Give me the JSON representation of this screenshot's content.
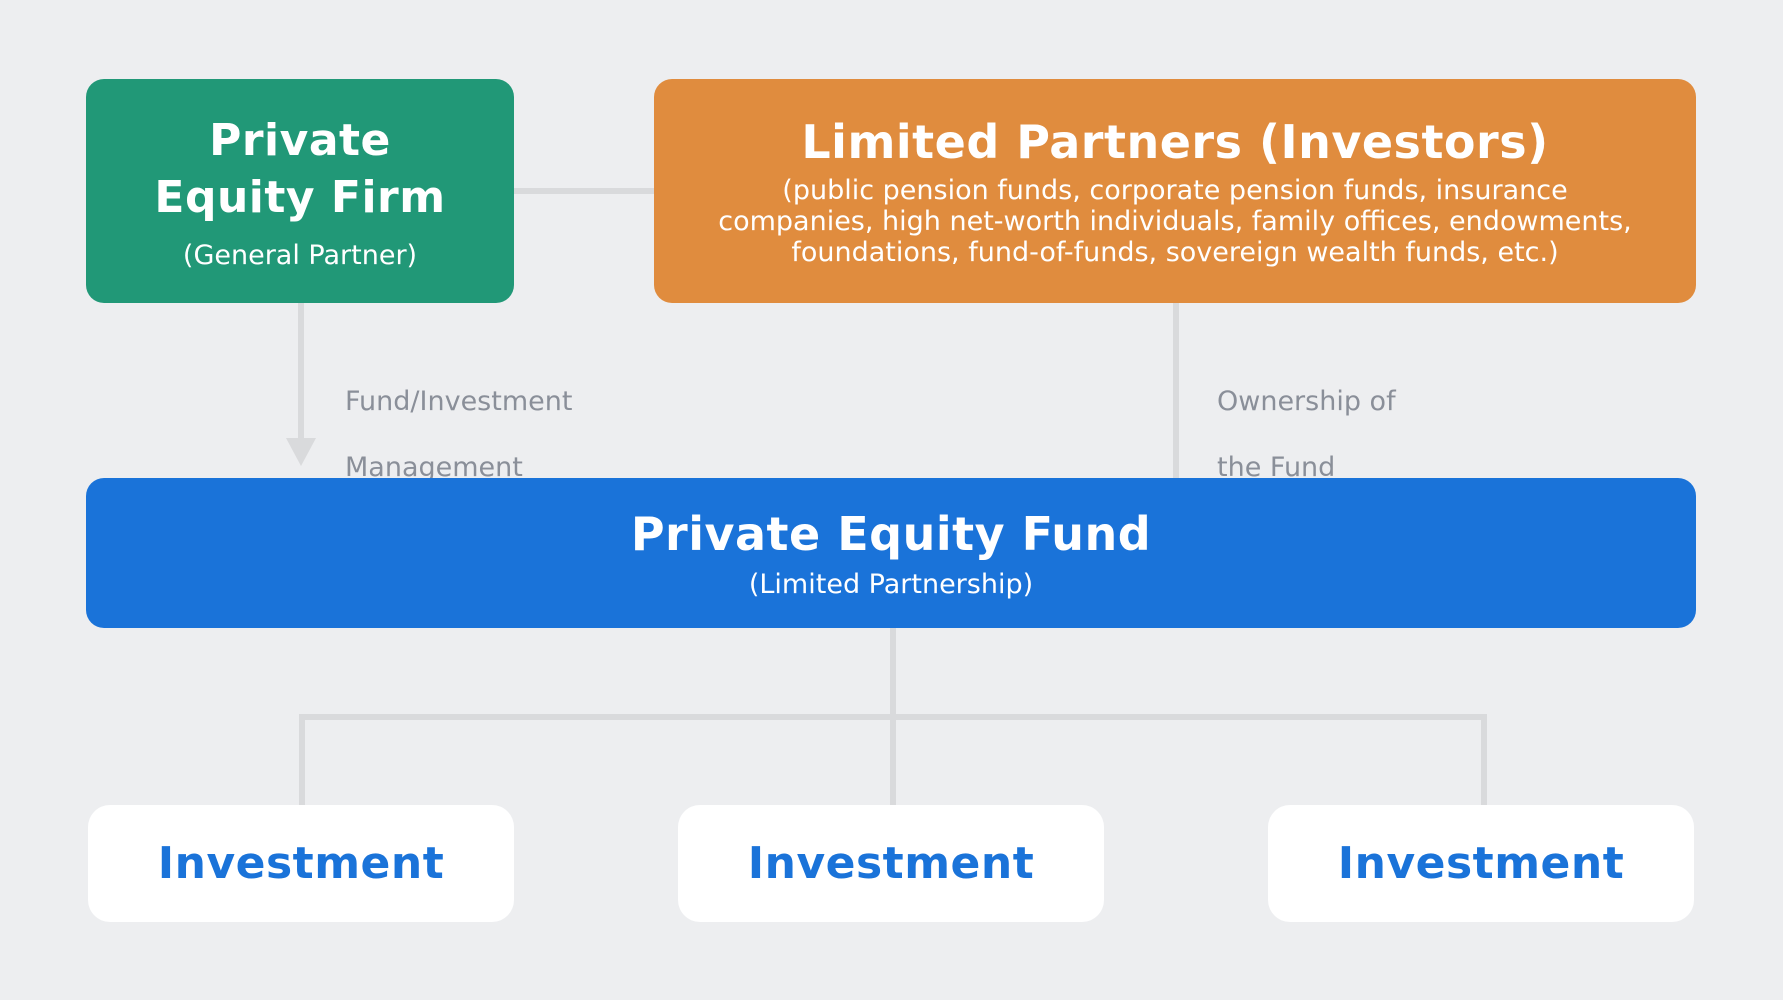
{
  "colors": {
    "background": "#edeef0",
    "general_partner": "#219877",
    "limited_partners": "#e08c3e",
    "fund": "#1a73d9",
    "investment_text": "#1a73d9",
    "connector": "#d9dadc",
    "label_text": "#8a8f99"
  },
  "nodes": {
    "general_partner": {
      "title_line1": "Private",
      "title_line2": "Equity Firm",
      "subtitle": "(General Partner)"
    },
    "limited_partners": {
      "title": "Limited Partners (Investors)",
      "description_line1": "(public pension funds, corporate pension funds, insurance",
      "description_line2": "companies, high net-worth individuals, family offices, endowments,",
      "description_line3": "foundations, fund-of-funds, sovereign wealth funds, etc.)"
    },
    "fund": {
      "title": "Private Equity Fund",
      "subtitle": "(Limited Partnership)"
    },
    "investments": [
      {
        "title": "Investment"
      },
      {
        "title": "Investment"
      },
      {
        "title": "Investment"
      }
    ]
  },
  "edges": {
    "management": {
      "line1": "Fund/Investment",
      "line2": "Management"
    },
    "ownership": {
      "line1": "Ownership of",
      "line2": "the Fund"
    }
  }
}
